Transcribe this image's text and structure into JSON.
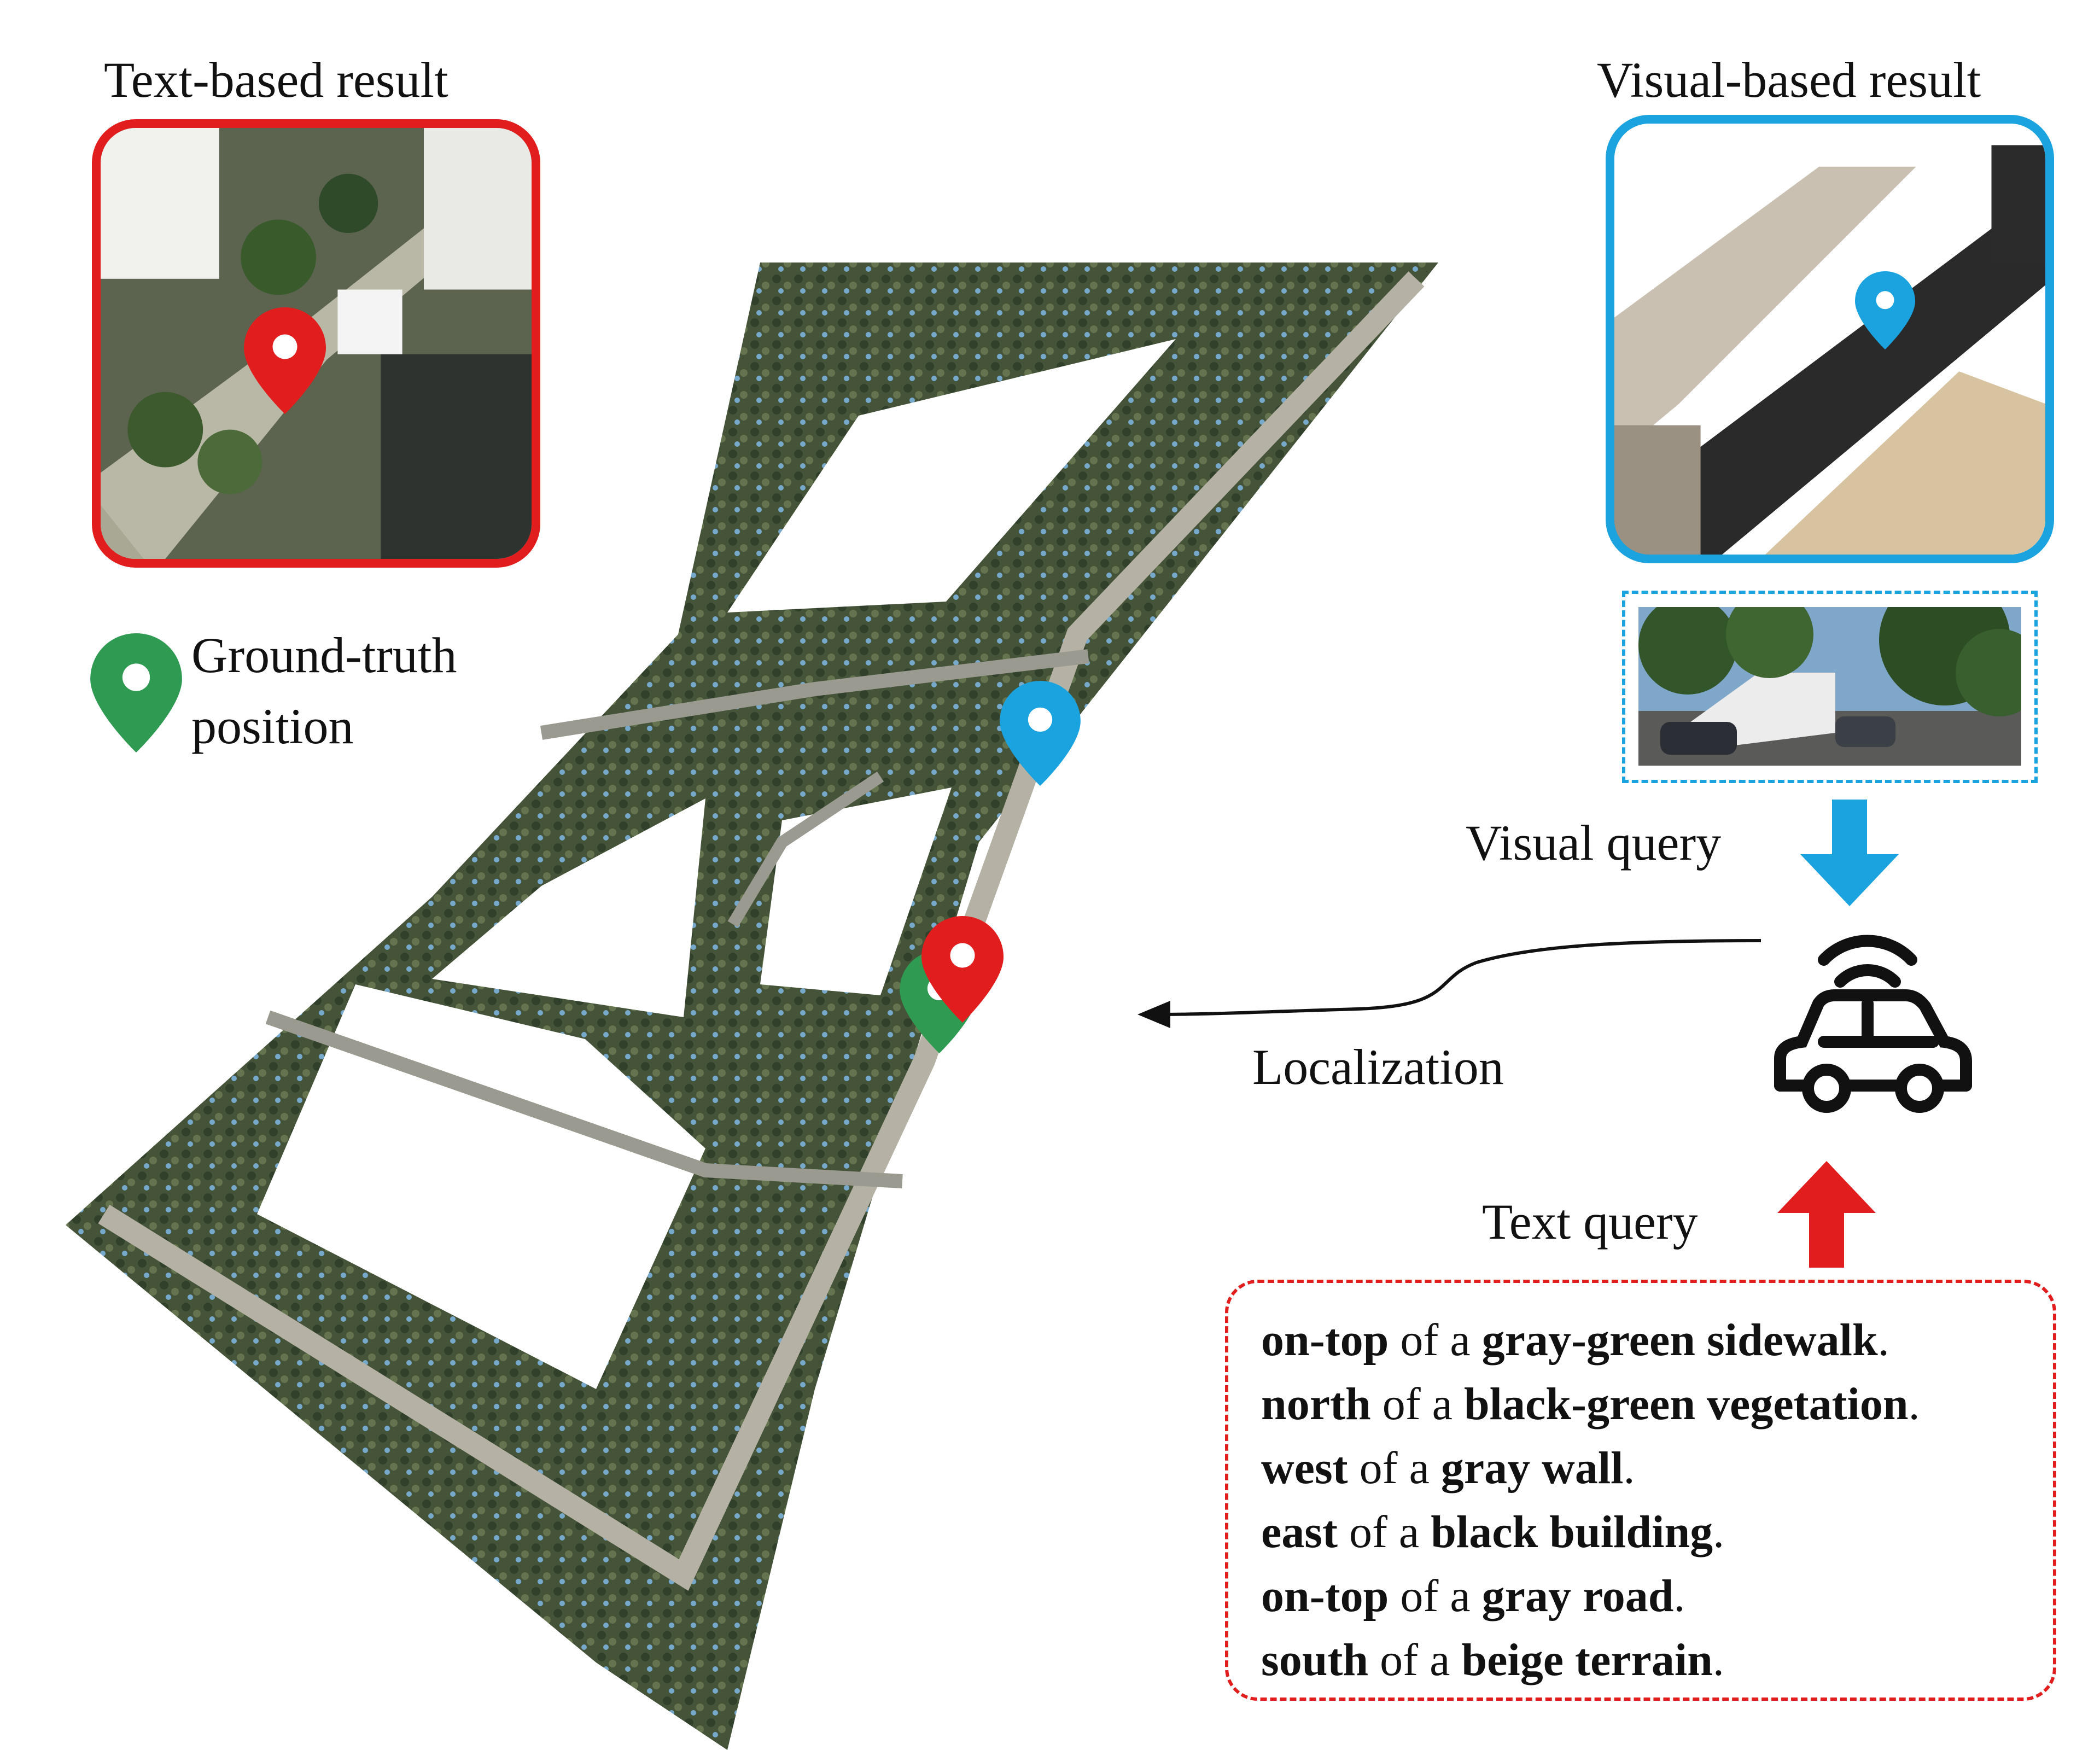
{
  "labels": {
    "text_result": "Text-based result",
    "visual_result": "Visual-based result",
    "ground_truth_line1": "Ground-truth",
    "ground_truth_line2": "position",
    "visual_query": "Visual query",
    "localization": "Localization",
    "text_query": "Text query"
  },
  "description": [
    {
      "k1": "on-top",
      "mid": " of a ",
      "k2": "gray-green sidewalk",
      "end": "."
    },
    {
      "k1": "north",
      "mid": " of a ",
      "k2": "black-green vegetation",
      "end": "."
    },
    {
      "k1": "west",
      "mid": " of a ",
      "k2": "gray wall",
      "end": "."
    },
    {
      "k1": "east",
      "mid": " of a ",
      "k2": "black building",
      "end": "."
    },
    {
      "k1": "on-top",
      "mid": " of a ",
      "k2": "gray road",
      "end": "."
    },
    {
      "k1": "south",
      "mid": " of a ",
      "k2": "beige terrain",
      "end": "."
    }
  ],
  "icons": {
    "text_pin": "red-location-pin-icon",
    "visual_pin": "blue-location-pin-icon",
    "gt_pin": "green-location-pin-icon",
    "car": "connected-car-icon"
  },
  "colors": {
    "text": "#e11d1d",
    "visual": "#1ba3e0",
    "ground_truth": "#2f9a52"
  }
}
